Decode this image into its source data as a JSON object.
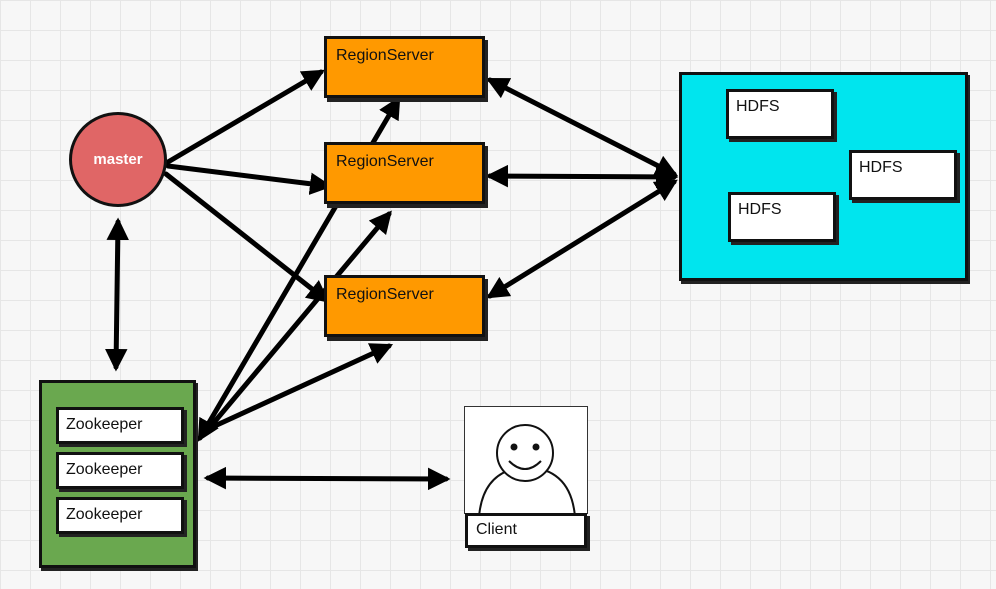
{
  "master": {
    "label": "master"
  },
  "region_servers": [
    {
      "label": "RegionServer"
    },
    {
      "label": "RegionServer"
    },
    {
      "label": "RegionServer"
    }
  ],
  "hdfs_nodes": [
    {
      "label": "HDFS"
    },
    {
      "label": "HDFS"
    },
    {
      "label": "HDFS"
    }
  ],
  "zookeepers": [
    {
      "label": "Zookeeper"
    },
    {
      "label": "Zookeeper"
    },
    {
      "label": "Zookeeper"
    }
  ],
  "client": {
    "label": "Client",
    "icon": "person-smiley-icon"
  },
  "colors": {
    "master": "#e06666",
    "region_server": "#ff9900",
    "hdfs_panel": "#00e5ee",
    "zookeeper_panel": "#6aa84f",
    "arrow": "#000000"
  }
}
